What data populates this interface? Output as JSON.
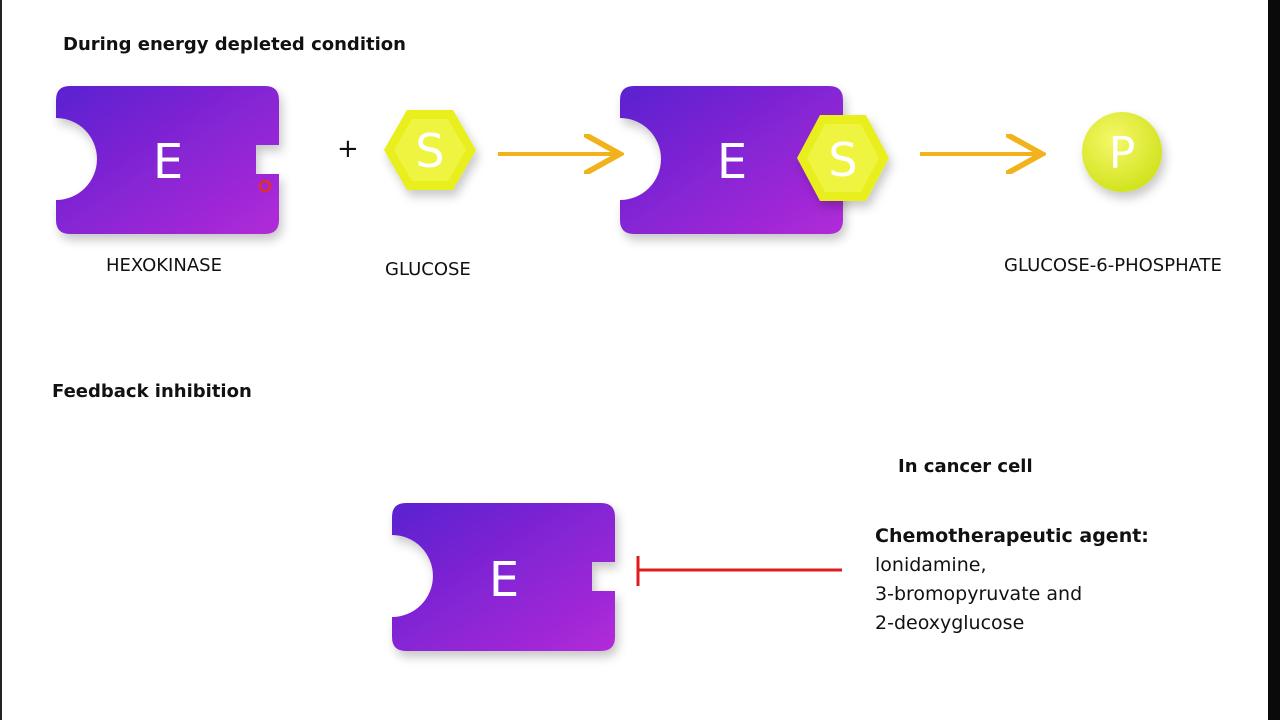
{
  "headings": {
    "top": "During energy depleted condition",
    "feedback": "Feedback inhibition",
    "cancer": "In cancer cell"
  },
  "labels": {
    "enzyme": "HEXOKINASE",
    "substrate": "GLUCOSE",
    "product": "GLUCOSE-6-PHOSPHATE"
  },
  "glyphs": {
    "enzyme": "E",
    "substrate": "S",
    "product": "P",
    "plus": "+"
  },
  "agent": {
    "title": "Chemotherapeutic agent:",
    "lines": [
      "lonidamine,",
      "3-bromopyruvate and",
      "2-deoxyglucose"
    ]
  },
  "colors": {
    "enzyme_dark": "#5a20d0",
    "enzyme_light": "#b22ad8",
    "substrate": "#e8ef1e",
    "arrow": "#f2b21c",
    "inhibit": "#e01b1b"
  }
}
